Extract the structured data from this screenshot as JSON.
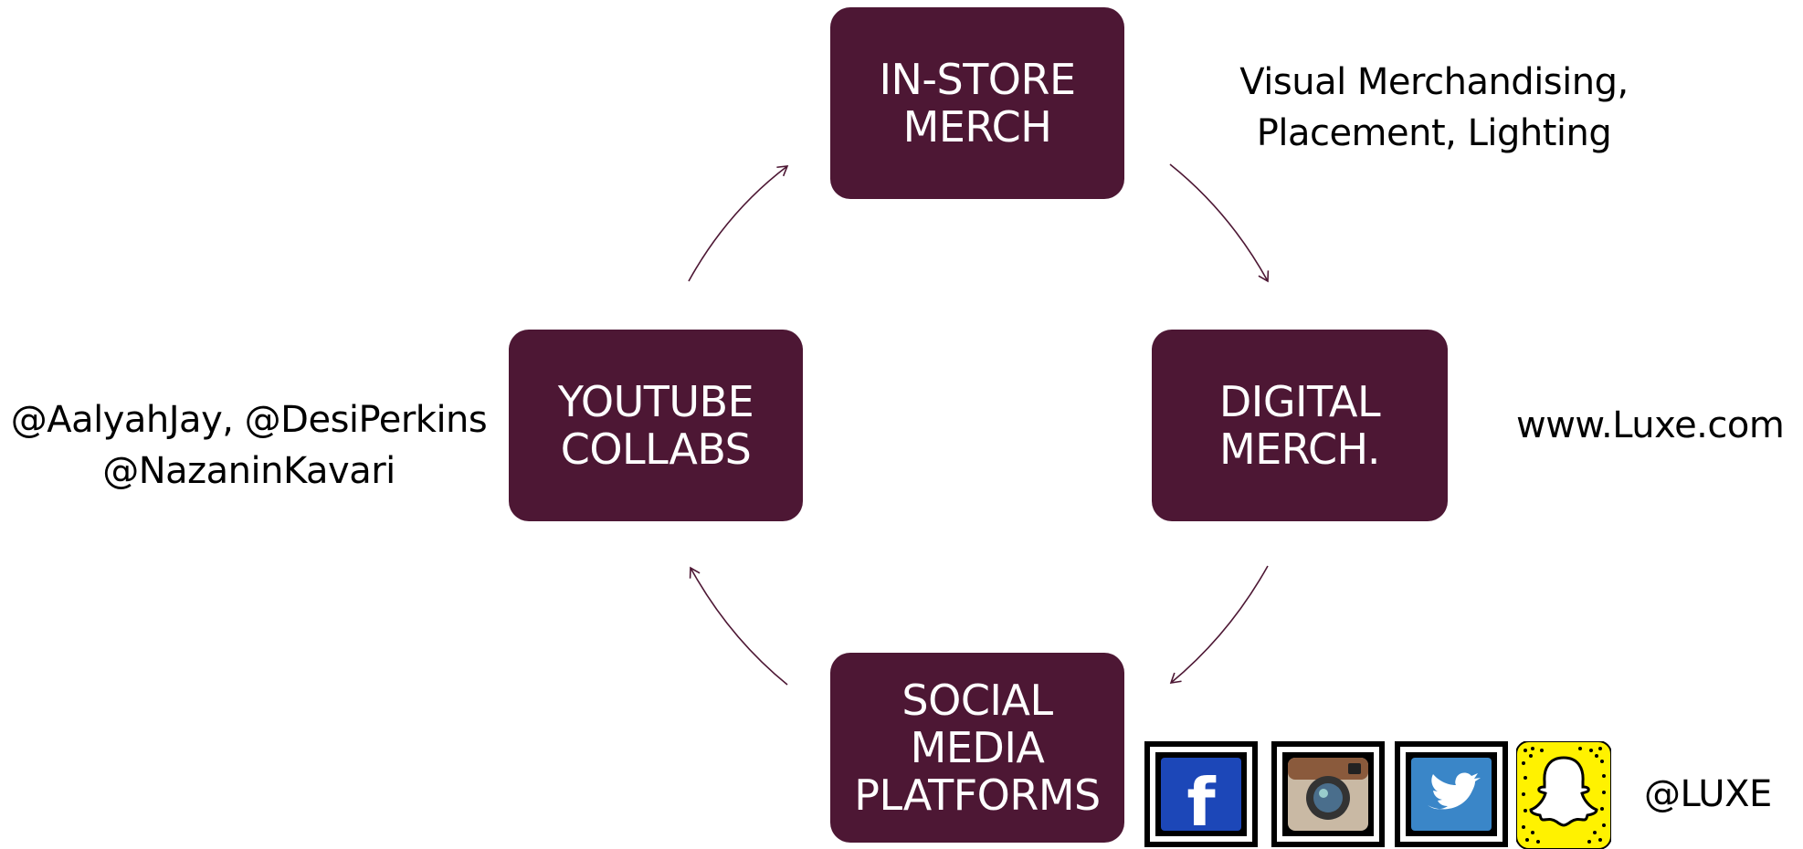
{
  "nodes": {
    "in_store": {
      "line1": "IN-STORE",
      "line2": "MERCH"
    },
    "digital": {
      "line1": "DIGITAL",
      "line2": "MERCH."
    },
    "social": {
      "line1": "SOCIAL",
      "line2": "MEDIA",
      "line3": "PLATFORMS"
    },
    "youtube": {
      "line1": "YOUTUBE",
      "line2": "COLLABS"
    }
  },
  "annotations": {
    "in_store": {
      "line1": "Visual Merchandising,",
      "line2": "Placement, Lighting"
    },
    "digital": {
      "text": "www.Luxe.com"
    },
    "youtube": {
      "line1": "@AalyahJay, @DesiPerkins",
      "line2": "@NazaninKavari"
    },
    "social": {
      "text": "@LUXE"
    }
  },
  "social_icons": [
    {
      "name": "facebook-icon",
      "glyph": "f"
    },
    {
      "name": "instagram-icon",
      "glyph": ""
    },
    {
      "name": "twitter-icon",
      "glyph": ""
    },
    {
      "name": "snapchat-icon",
      "glyph": ""
    }
  ],
  "colors": {
    "box_fill": "#4d1734",
    "arrow": "#4d1734",
    "facebook": "#1c47b8",
    "instagram": "#8a5a3c",
    "twitter": "#3a86c8",
    "snapchat": "#fff200"
  }
}
